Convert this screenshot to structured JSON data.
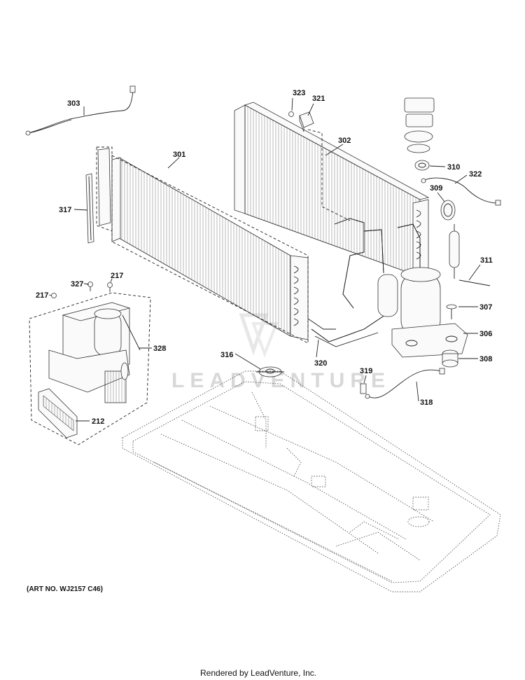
{
  "callouts": [
    {
      "id": "303",
      "text": "303"
    },
    {
      "id": "323",
      "text": "323"
    },
    {
      "id": "321",
      "text": "321"
    },
    {
      "id": "301",
      "text": "301"
    },
    {
      "id": "302",
      "text": "302"
    },
    {
      "id": "310",
      "text": "310"
    },
    {
      "id": "322",
      "text": "322"
    },
    {
      "id": "309",
      "text": "309"
    },
    {
      "id": "317",
      "text": "317"
    },
    {
      "id": "311",
      "text": "311"
    },
    {
      "id": "327",
      "text": "327"
    },
    {
      "id": "217a",
      "text": "217"
    },
    {
      "id": "217b",
      "text": "217"
    },
    {
      "id": "307",
      "text": "307"
    },
    {
      "id": "306",
      "text": "306"
    },
    {
      "id": "328",
      "text": "328"
    },
    {
      "id": "316",
      "text": "316"
    },
    {
      "id": "320",
      "text": "320"
    },
    {
      "id": "308",
      "text": "308"
    },
    {
      "id": "319",
      "text": "319"
    },
    {
      "id": "318",
      "text": "318"
    },
    {
      "id": "212",
      "text": "212"
    }
  ],
  "art_number": "(ART NO. WJ2157 C46)",
  "watermark": "LEADVENTURE",
  "footer": "Rendered by LeadVenture, Inc."
}
